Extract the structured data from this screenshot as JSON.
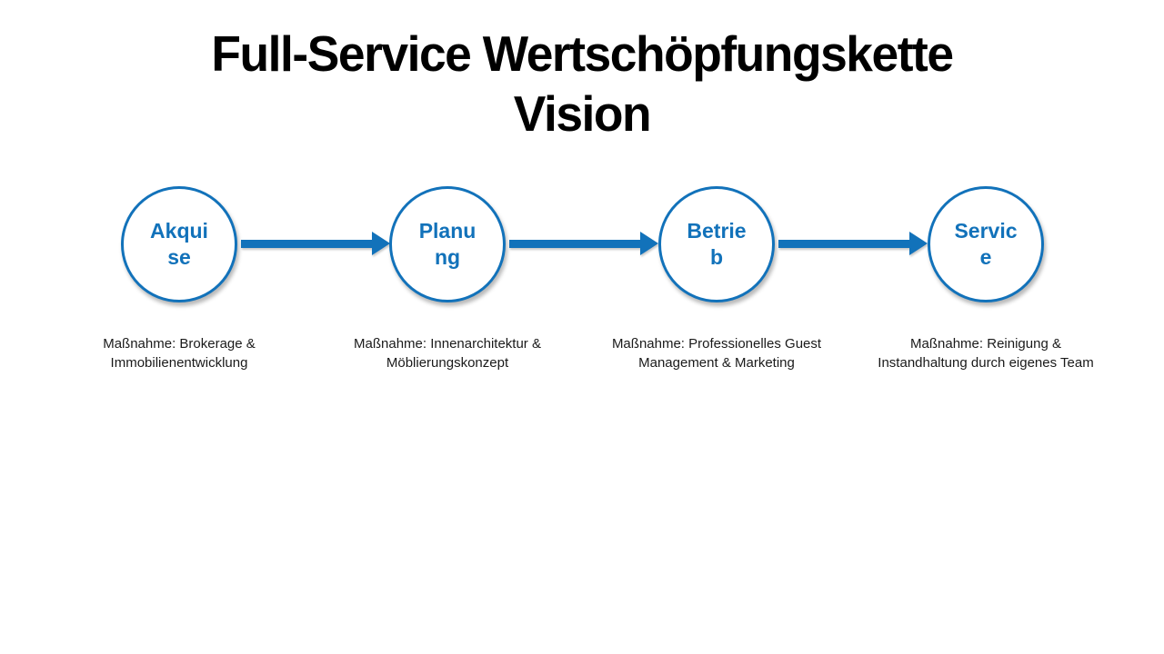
{
  "slide": {
    "background_color": "#FFFFFF",
    "accent_color": "#1272BA",
    "caption_text_color": "#1A1A1A",
    "title_text_color": "#000000"
  },
  "title": {
    "text": "Full-Service Wertschöpfungskette Vision",
    "lines": [
      "Full-Service Wertschöpfungskette",
      "Vision"
    ]
  },
  "steps": [
    {
      "label": "Akquise",
      "label_lines": [
        "Akqui",
        "se"
      ],
      "caption": "Maßnahme: Brokerage & Immobilienentwicklung"
    },
    {
      "label": "Planung",
      "label_lines": [
        "Planu",
        "ng"
      ],
      "caption": "Maßnahme: Innenarchitektur & Möblierungskonzept"
    },
    {
      "label": "Betrieb",
      "label_lines": [
        "Betrie",
        "b"
      ],
      "caption": "Maßnahme: Professionelles Guest Management & Marketing"
    },
    {
      "label": "Service",
      "label_lines": [
        "Servic",
        "e"
      ],
      "caption": "Maßnahme: Reinigung & Instandhaltung durch eigenes Team"
    }
  ],
  "connectors": [
    {
      "from": "Akquise",
      "to": "Planung"
    },
    {
      "from": "Planung",
      "to": "Betrieb"
    },
    {
      "from": "Betrieb",
      "to": "Service"
    }
  ]
}
